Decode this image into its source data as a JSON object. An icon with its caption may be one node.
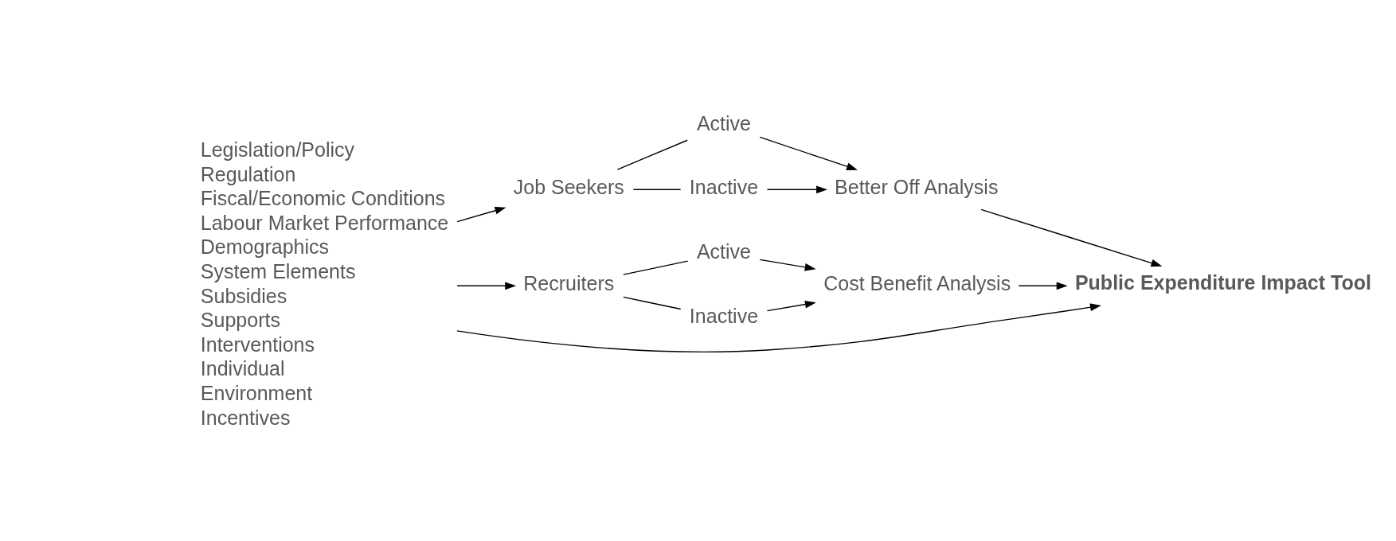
{
  "diagram": {
    "nodes": [
      {
        "text": [
          "Legislation/Policy",
          "Regulation",
          "Fiscal/Economic Conditions",
          "Labour Market Performance",
          "Demographics",
          "System Elements",
          "Subsidies",
          "Supports",
          "Interventions",
          "Individual",
          "Environment",
          "Incentives"
        ]
      },
      {
        "text": [
          "Job Seekers"
        ]
      },
      {
        "text": [
          "Active"
        ]
      },
      {
        "text": [
          "Inactive"
        ]
      },
      {
        "text": [
          "Better Off Analysis"
        ]
      },
      {
        "text": [
          "Recruiters"
        ]
      },
      {
        "text": [
          "Active"
        ]
      },
      {
        "text": [
          "Inactive"
        ]
      },
      {
        "text": [
          "Cost Benefit Analysis"
        ]
      },
      {
        "text": [
          "Public Expenditure Impact Tool"
        ]
      }
    ],
    "edges": [
      {
        "from": 0,
        "to": 1,
        "arrow": "to"
      },
      {
        "from": 0,
        "to": 5,
        "arrow": "to"
      },
      {
        "from": 0,
        "to": 9,
        "arrow": "to"
      },
      {
        "from": 1,
        "to": 2,
        "arrow": "none"
      },
      {
        "from": 1,
        "to": 3,
        "arrow": "none"
      },
      {
        "from": 2,
        "to": 4,
        "arrow": "to"
      },
      {
        "from": 3,
        "to": 4,
        "arrow": "to"
      },
      {
        "from": 5,
        "to": 6,
        "arrow": "none"
      },
      {
        "from": 5,
        "to": 7,
        "arrow": "none"
      },
      {
        "from": 6,
        "to": 8,
        "arrow": "to"
      },
      {
        "from": 7,
        "to": 8,
        "arrow": "to"
      },
      {
        "from": 4,
        "to": 9,
        "arrow": "to"
      },
      {
        "from": 8,
        "to": 9,
        "arrow": "to"
      }
    ]
  }
}
